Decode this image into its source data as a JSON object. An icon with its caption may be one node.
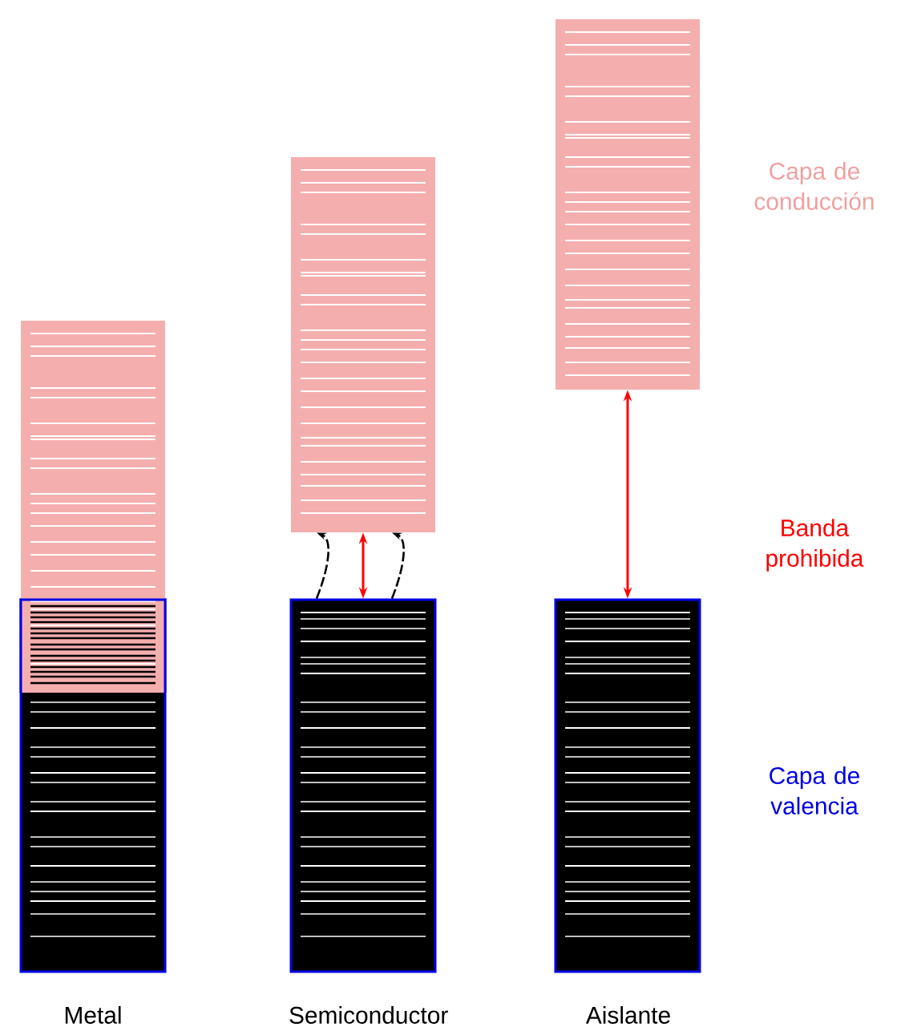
{
  "diagram": {
    "nodes": [
      {
        "text": [],
        "shape": "bar"
      },
      {
        "text": [],
        "shape": "bar"
      },
      {
        "text": [],
        "shape": "bar"
      },
      {
        "text": [],
        "shape": "bar"
      },
      {
        "text": [],
        "shape": "bar"
      },
      {
        "text": [],
        "shape": "bar"
      }
    ],
    "edges": [
      {
        "from": 3,
        "to": 2,
        "arrow": "both",
        "color": "#ff0000"
      },
      {
        "from": 3,
        "to": 2,
        "arrow": "to",
        "style": "dashed",
        "color": "#000000"
      },
      {
        "from": 3,
        "to": 2,
        "arrow": "to",
        "style": "dashed",
        "color": "#000000"
      },
      {
        "from": 5,
        "to": 4,
        "arrow": "both",
        "color": "#ff0000"
      }
    ],
    "labels": [
      "Capa de conducción",
      "Banda prohibida",
      "Capa de valencia",
      "Metal",
      "Semiconductor",
      "Aislante"
    ]
  }
}
